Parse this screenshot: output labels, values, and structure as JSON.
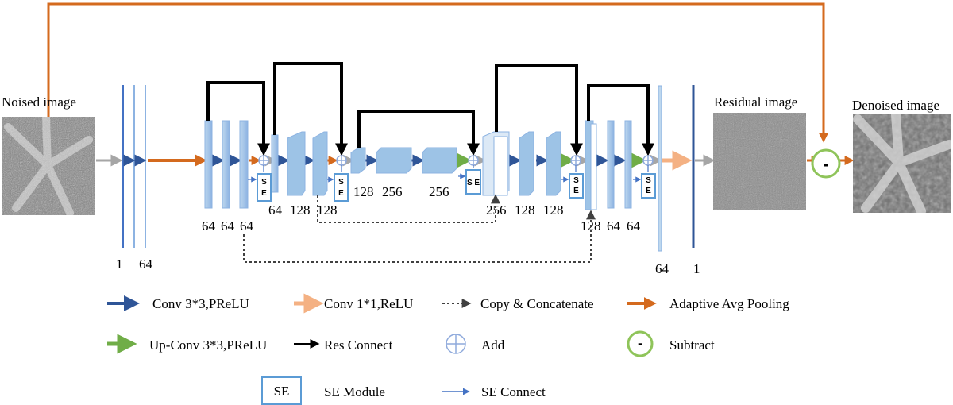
{
  "images": {
    "noised": {
      "label": "Noised image"
    },
    "residual": {
      "label": "Residual image"
    },
    "denoised": {
      "label": "Denoised image"
    }
  },
  "channels": {
    "in_1": "1",
    "in_64": "64",
    "enc1_a": "64",
    "enc1_b": "64",
    "enc1_c": "64",
    "enc2_a": "64",
    "enc2_b": "128",
    "enc2_c": "128",
    "enc3_a": "128",
    "enc3_b": "256",
    "enc3_c": "256",
    "dec3_a": "256",
    "dec3_b": "128",
    "dec3_c": "128",
    "dec2_a": "128",
    "dec2_b": "64",
    "dec2_c": "64",
    "out_64": "64",
    "out_1": "1"
  },
  "se_label": "S E",
  "subtract_symbol": "-",
  "legend": {
    "conv3": "Conv 3*3,PReLU",
    "conv1": "Conv 1*1,ReLU",
    "copy": "Copy & Concatenate",
    "pool": "Adaptive Avg Pooling",
    "upconv": "Up-Conv 3*3,PReLU",
    "res": "Res  Connect",
    "add": "Add",
    "subtract": "Subtract",
    "se_box": "SE",
    "se_module": "SE Module",
    "se_connect": "SE  Connect",
    "subtract_symbol": "-"
  },
  "colors": {
    "conv3": "#2f5597",
    "conv1": "#f4b183",
    "copy": "#404040",
    "pool": "#d46a1e",
    "upconv": "#70ad47",
    "res": "#000000",
    "add": "#8faadc",
    "subtract": "#8fc45a",
    "se_border": "#5b9bd5",
    "se_connect": "#4472c4",
    "block_fill": "#9dc3e6",
    "block_dark": "#4f81bd",
    "thin_line": "#4472c4",
    "skip_grey": "#a6a6a6"
  }
}
